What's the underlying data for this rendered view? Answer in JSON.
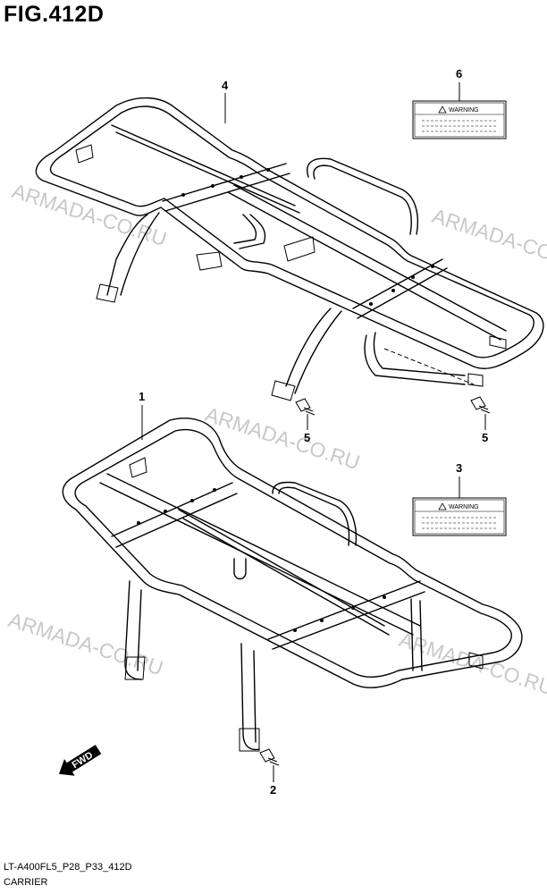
{
  "figure": {
    "title": "FIG.412D",
    "model_code": "LT-A400FL5_P28_P33_412D",
    "section_name": "CARRIER"
  },
  "watermark": {
    "text": "ARMADA-CO.RU",
    "color": "#c8c8c8"
  },
  "callouts": [
    {
      "id": "1",
      "part": "lower carrier"
    },
    {
      "id": "2",
      "part": "bolt"
    },
    {
      "id": "3",
      "part": "warning label"
    },
    {
      "id": "4",
      "part": "upper carrier"
    },
    {
      "id": "5",
      "part": "bolt"
    },
    {
      "id": "5b",
      "part": "bolt"
    },
    {
      "id": "6",
      "part": "warning label"
    }
  ],
  "callout_labels": {
    "c1": "1",
    "c2": "2",
    "c3": "3",
    "c4": "4",
    "c5a": "5",
    "c5b": "5",
    "c6": "6"
  },
  "labels": {
    "warning_text": "WARNING"
  },
  "direction_arrow": {
    "text": "FWD"
  }
}
